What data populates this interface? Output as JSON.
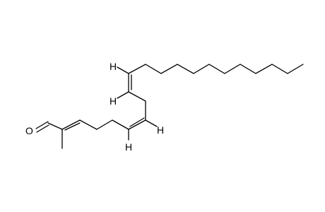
{
  "diagram": {
    "atom_labels": {
      "oxygen": "O",
      "h_top_left": "H",
      "h_mid_left": "H",
      "h_right": "H",
      "h_bottom": "H"
    },
    "colors": {
      "bond": "#000000",
      "background": "#ffffff"
    }
  }
}
